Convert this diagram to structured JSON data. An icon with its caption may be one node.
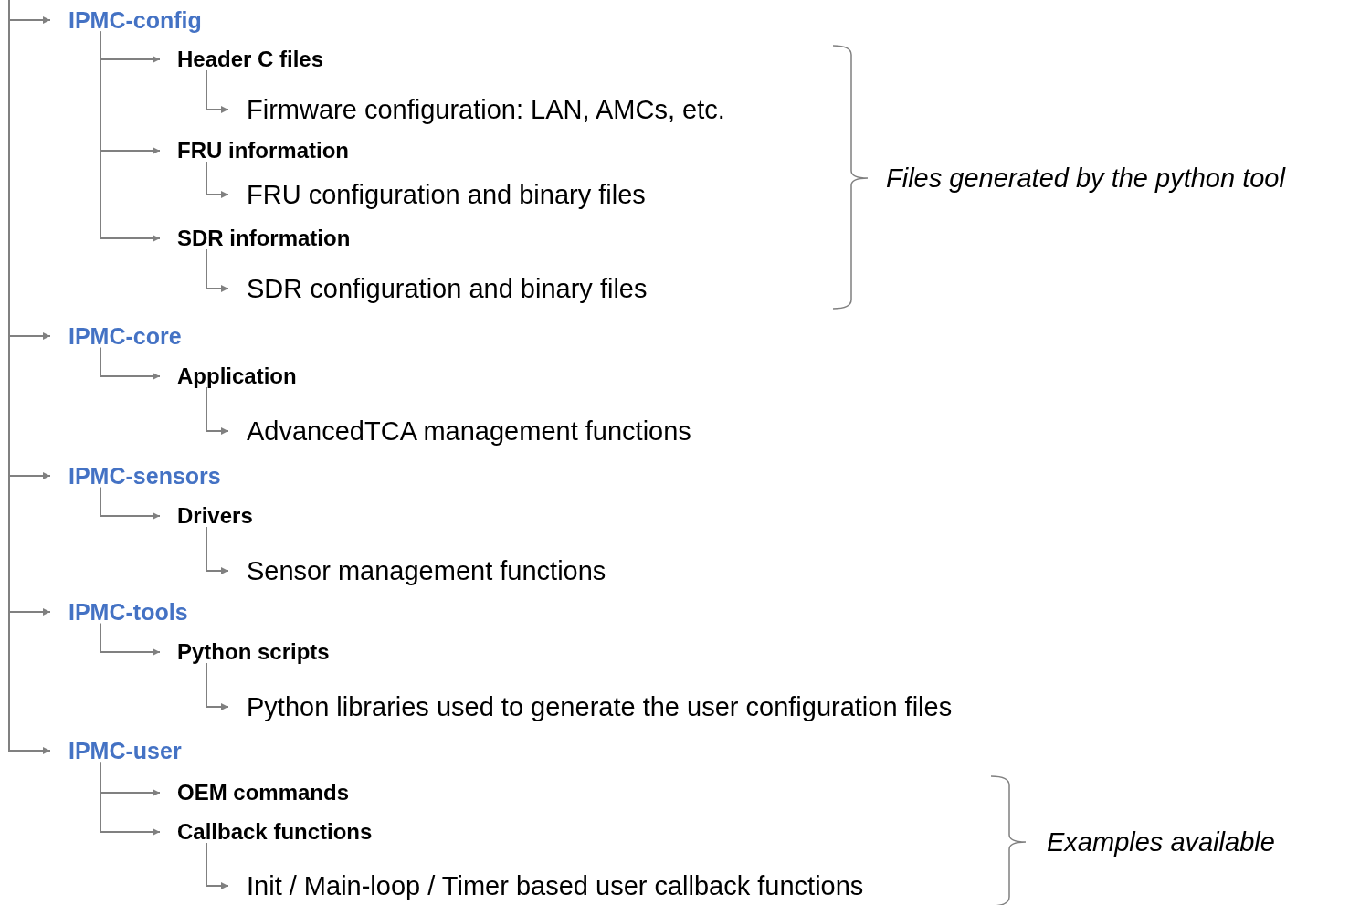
{
  "diagram": {
    "nodes": [
      {
        "text": [
          "IPMC-config"
        ]
      },
      {
        "text": [
          "Header C files"
        ]
      },
      {
        "text": [
          "Firmware configuration: LAN, AMCs, etc."
        ]
      },
      {
        "text": [
          "FRU information"
        ]
      },
      {
        "text": [
          "FRU configuration and binary files"
        ]
      },
      {
        "text": [
          "SDR information"
        ]
      },
      {
        "text": [
          "SDR configuration and binary files"
        ]
      },
      {
        "text": [
          "IPMC-core"
        ]
      },
      {
        "text": [
          "Application"
        ]
      },
      {
        "text": [
          "AdvancedTCA management functions"
        ]
      },
      {
        "text": [
          "IPMC-sensors"
        ]
      },
      {
        "text": [
          "Drivers"
        ]
      },
      {
        "text": [
          "Sensor management functions"
        ]
      },
      {
        "text": [
          "IPMC-tools"
        ]
      },
      {
        "text": [
          "Python scripts"
        ]
      },
      {
        "text": [
          "Python libraries used to generate the user configuration files"
        ]
      },
      {
        "text": [
          "IPMC-user"
        ]
      },
      {
        "text": [
          "OEM commands"
        ]
      },
      {
        "text": [
          "Callback functions"
        ]
      },
      {
        "text": [
          "Init / Main-loop / Timer based user callback functions"
        ]
      }
    ],
    "edges": [
      {
        "from": null,
        "to": 0,
        "arrow": "to"
      },
      {
        "from": 0,
        "to": 1,
        "arrow": "to"
      },
      {
        "from": 1,
        "to": 2,
        "arrow": "to"
      },
      {
        "from": 0,
        "to": 3,
        "arrow": "to"
      },
      {
        "from": 3,
        "to": 4,
        "arrow": "to"
      },
      {
        "from": 0,
        "to": 5,
        "arrow": "to"
      },
      {
        "from": 5,
        "to": 6,
        "arrow": "to"
      },
      {
        "from": null,
        "to": 7,
        "arrow": "to"
      },
      {
        "from": 7,
        "to": 8,
        "arrow": "to"
      },
      {
        "from": 8,
        "to": 9,
        "arrow": "to"
      },
      {
        "from": null,
        "to": 10,
        "arrow": "to"
      },
      {
        "from": 10,
        "to": 11,
        "arrow": "to"
      },
      {
        "from": 11,
        "to": 12,
        "arrow": "to"
      },
      {
        "from": null,
        "to": 13,
        "arrow": "to"
      },
      {
        "from": 13,
        "to": 14,
        "arrow": "to"
      },
      {
        "from": 14,
        "to": 15,
        "arrow": "to"
      },
      {
        "from": null,
        "to": 16,
        "arrow": "to"
      },
      {
        "from": 16,
        "to": 17,
        "arrow": "to"
      },
      {
        "from": 16,
        "to": 18,
        "arrow": "to"
      },
      {
        "from": 18,
        "to": 19,
        "arrow": "to"
      }
    ],
    "labels": [
      "Files generated by the python tool",
      "Examples available"
    ]
  }
}
